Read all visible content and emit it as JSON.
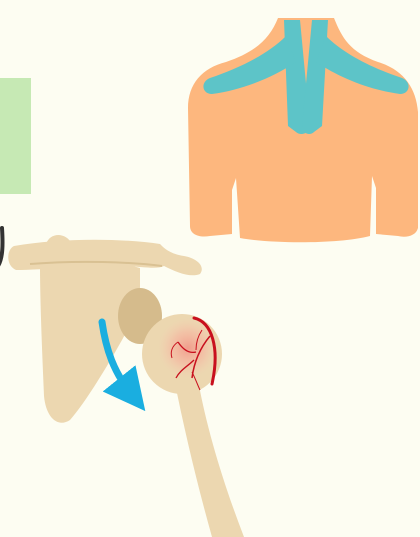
{
  "colors": {
    "background": "#fdfdf2",
    "green_panel": "#c6e9b4",
    "torso_skin": "#fdb77e",
    "tape": "#5dc4c8",
    "bone": "#ecd7b0",
    "bone_shadow": "#d9c193",
    "glenoid": "#d5bb8c",
    "fracture_glow": "#f19a8a",
    "fracture_line": "#c8101e",
    "arrow": "#1aaee0",
    "stray_glyph": "#333333"
  },
  "icons": {
    "torso": "back-torso-with-kinesio-tape",
    "shoulder": "scapula-humerus-bone",
    "fracture": "humeral-head-fracture-lines",
    "arrow": "curved-down-arrow"
  }
}
